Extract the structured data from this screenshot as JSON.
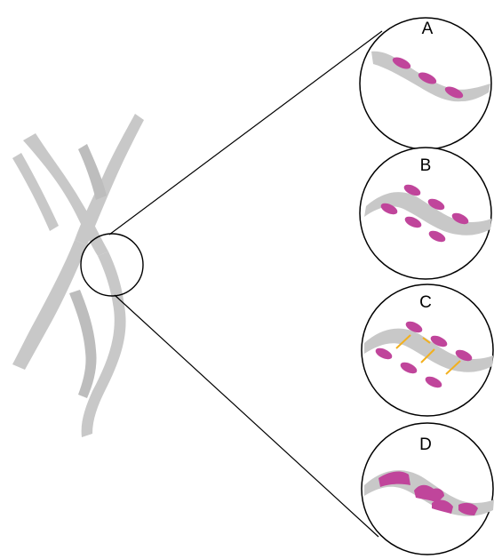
{
  "panels": [
    {
      "label": "A"
    },
    {
      "label": "B"
    },
    {
      "label": "C"
    },
    {
      "label": "D"
    }
  ],
  "colors": {
    "chromosome": "#c8c8c8",
    "chromosome_stroke": "#b4b4b4",
    "protein": "#c0459b",
    "protein_highlight": "#d86cbb",
    "link": "#f2b01e",
    "line": "#000000"
  }
}
